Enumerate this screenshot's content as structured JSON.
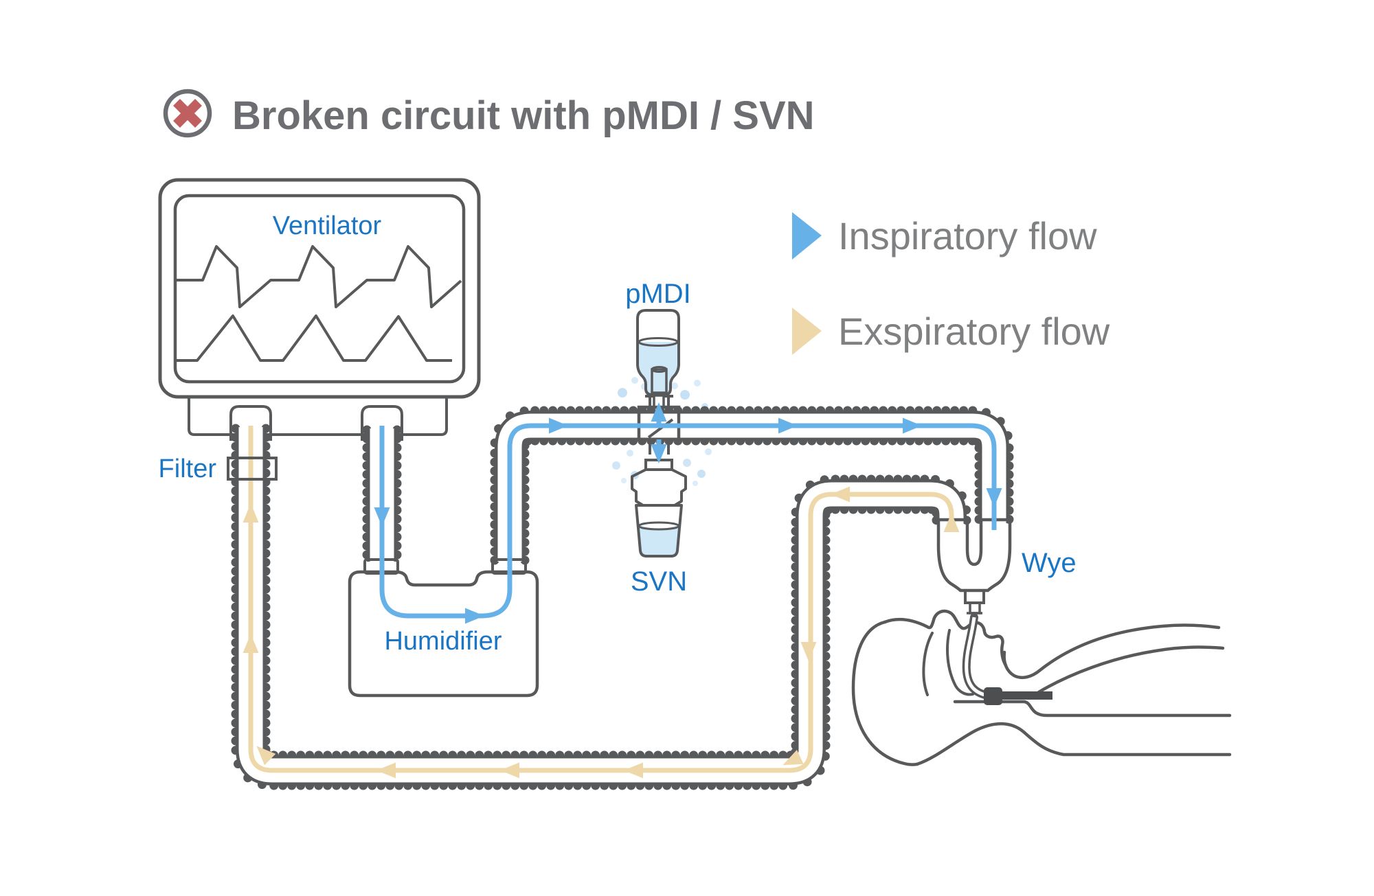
{
  "title": {
    "text": "Broken circuit with pMDI / SVN",
    "icon": "error-x-icon"
  },
  "legend": {
    "items": [
      {
        "label": "Inspiratory flow",
        "color": "#66b2e8"
      },
      {
        "label": "Exspiratory flow",
        "color": "#eed8a9"
      }
    ]
  },
  "components": {
    "ventilator": "Ventilator",
    "filter": "Filter",
    "humidifier": "Humidifier",
    "pmdi": "pMDI",
    "svn": "SVN",
    "wye": "Wye"
  },
  "colors": {
    "outline": "#58595b",
    "label_blue": "#1a75c5",
    "inspiratory": "#66b2e8",
    "expiratory": "#eed8a9",
    "error_red": "#bf5f5f",
    "liquid": "#cfe8f8"
  }
}
